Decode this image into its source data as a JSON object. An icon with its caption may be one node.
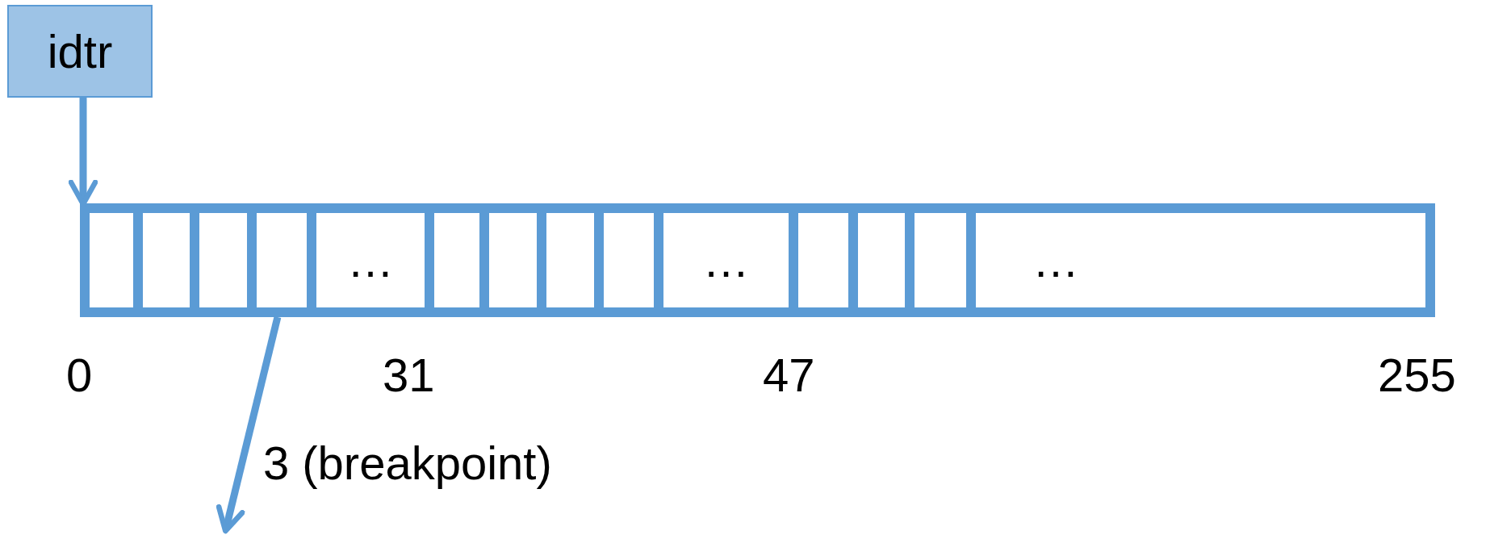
{
  "diagram": {
    "nodes": [
      {
        "text": [
          "idtr"
        ]
      },
      {
        "text": [],
        "shape": "box"
      },
      {
        "text": [],
        "shape": "box",
        "in": 1
      },
      {
        "text": [],
        "shape": "box",
        "in": 1
      },
      {
        "text": [],
        "shape": "box",
        "in": 1
      },
      {
        "text": [],
        "shape": "box",
        "in": 1
      },
      {
        "text": [
          "…"
        ],
        "in": 1
      },
      {
        "text": [],
        "shape": "box",
        "in": 1
      },
      {
        "text": [],
        "shape": "box",
        "in": 1
      },
      {
        "text": [],
        "shape": "box",
        "in": 1
      },
      {
        "text": [],
        "shape": "box",
        "in": 1
      },
      {
        "text": [
          "…"
        ],
        "in": 1
      },
      {
        "text": [],
        "shape": "box",
        "in": 1
      },
      {
        "text": [],
        "shape": "box",
        "in": 1
      },
      {
        "text": [],
        "shape": "box",
        "in": 1
      },
      {
        "text": [
          "…"
        ],
        "in": 1
      }
    ],
    "edges": [
      {
        "from": 0,
        "to": 2,
        "arrow": "to"
      },
      {
        "from": 5,
        "to": null,
        "arrow": "to",
        "label": "3 (breakpoint)"
      }
    ],
    "labels": [
      "0",
      "31",
      "47",
      "255"
    ]
  }
}
